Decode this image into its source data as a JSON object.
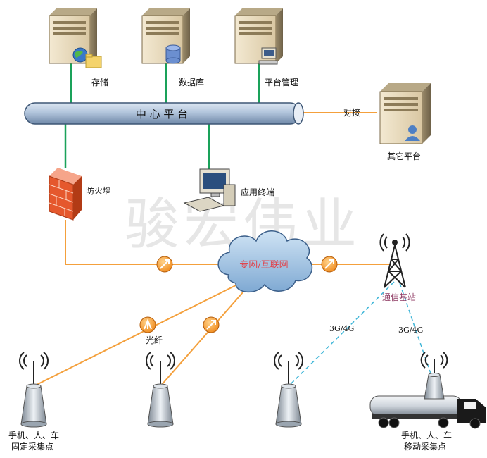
{
  "labels": {
    "storage": "存储",
    "database": "数据库",
    "platform_mgmt": "平台管理",
    "center": "中 心 平 台",
    "connect": "对接",
    "other_platform": "其它平台",
    "firewall": "防火墙",
    "app_terminal": "应用终端",
    "network": "专网/互联网",
    "base_station": "通信基站",
    "fiber": "光纤",
    "g34_left": "3G/4G",
    "g34_right": "3G/4G",
    "fixed_line1": "手机、人、车",
    "fixed_line2": "固定采集点",
    "mobile_line1": "手机、人、车",
    "mobile_line2": "移动采集点"
  },
  "watermark": "骏宏伟业",
  "colors": {
    "bus_fill": "#b7c9df",
    "green_link": "#1aa25a",
    "orange_link": "#f4a03c",
    "cyan_link": "#3fb6d8",
    "network_text": "#e0454e",
    "station_text": "#8f3a63",
    "cloud_fill": "#a9c9e8"
  }
}
